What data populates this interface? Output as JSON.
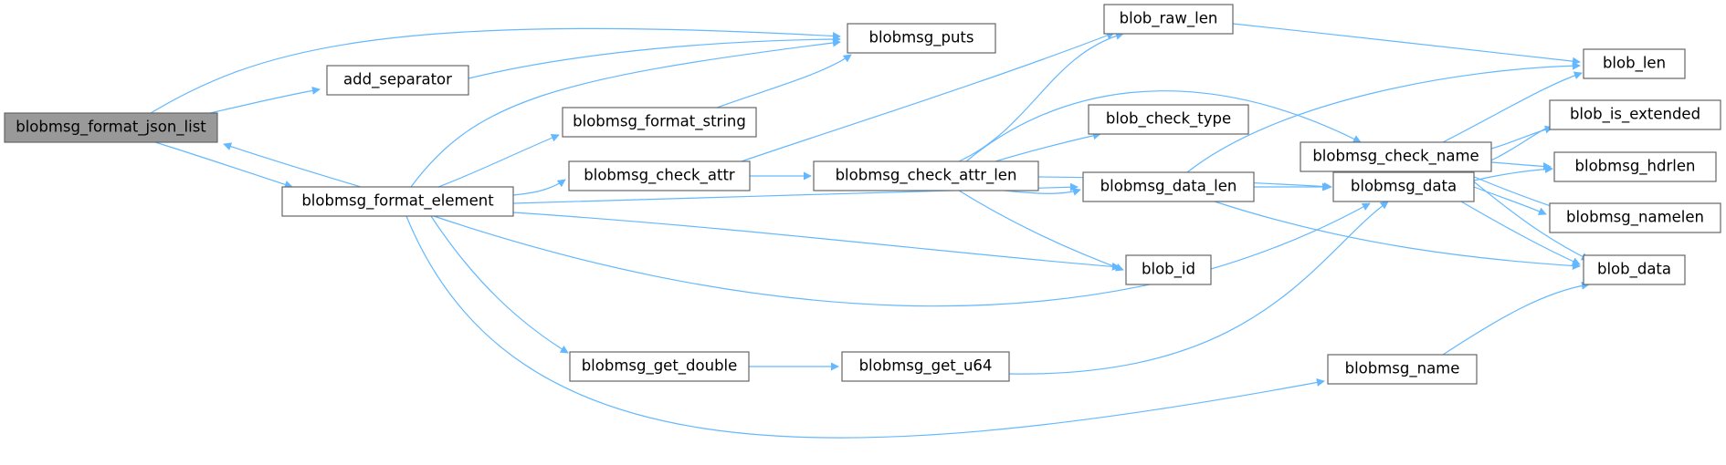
{
  "graph": {
    "colors": {
      "edge": "#63b8ff",
      "node_border": "#666666",
      "root_fill": "#999999",
      "node_fill": "#ffffff"
    },
    "nodes": {
      "json_list": "blobmsg_format_json_list",
      "add_separator": "add_separator",
      "puts": "blobmsg_puts",
      "format_element": "blobmsg_format_element",
      "format_string": "blobmsg_format_string",
      "check_attr": "blobmsg_check_attr",
      "get_double": "blobmsg_get_double",
      "blob_raw_len": "blob_raw_len",
      "blob_check_type": "blob_check_type",
      "check_attr_len": "blobmsg_check_attr_len",
      "data_len": "blobmsg_data_len",
      "blob_id": "blob_id",
      "get_u64": "blobmsg_get_u64",
      "check_name": "blobmsg_check_name",
      "blobmsg_data": "blobmsg_data",
      "blobmsg_name": "blobmsg_name",
      "blob_len": "blob_len",
      "blob_is_extended": "blob_is_extended",
      "hdrlen": "blobmsg_hdrlen",
      "namelen": "blobmsg_namelen",
      "blob_data": "blob_data"
    },
    "edges": [
      [
        "json_list",
        "puts"
      ],
      [
        "json_list",
        "add_separator"
      ],
      [
        "json_list",
        "format_element"
      ],
      [
        "add_separator",
        "puts"
      ],
      [
        "format_element",
        "json_list"
      ],
      [
        "format_element",
        "puts"
      ],
      [
        "format_element",
        "format_string"
      ],
      [
        "format_element",
        "check_attr"
      ],
      [
        "format_element",
        "data_len"
      ],
      [
        "format_element",
        "blob_id"
      ],
      [
        "format_element",
        "blobmsg_data"
      ],
      [
        "format_element",
        "get_double"
      ],
      [
        "format_element",
        "blobmsg_name"
      ],
      [
        "format_string",
        "puts"
      ],
      [
        "check_attr",
        "blob_raw_len"
      ],
      [
        "check_attr",
        "check_attr_len"
      ],
      [
        "check_attr_len",
        "blob_raw_len"
      ],
      [
        "check_attr_len",
        "check_name"
      ],
      [
        "check_attr_len",
        "blob_check_type"
      ],
      [
        "check_attr_len",
        "blobmsg_data"
      ],
      [
        "check_attr_len",
        "data_len"
      ],
      [
        "check_attr_len",
        "blob_id"
      ],
      [
        "blob_raw_len",
        "blob_len"
      ],
      [
        "data_len",
        "blob_len"
      ],
      [
        "data_len",
        "blobmsg_data"
      ],
      [
        "data_len",
        "blob_data"
      ],
      [
        "check_name",
        "blob_len"
      ],
      [
        "check_name",
        "blob_is_extended"
      ],
      [
        "check_name",
        "hdrlen"
      ],
      [
        "check_name",
        "namelen"
      ],
      [
        "check_name",
        "blob_data"
      ],
      [
        "blobmsg_data",
        "blob_is_extended"
      ],
      [
        "blobmsg_data",
        "hdrlen"
      ],
      [
        "blobmsg_data",
        "namelen"
      ],
      [
        "blobmsg_data",
        "blob_data"
      ],
      [
        "get_double",
        "get_u64"
      ],
      [
        "get_u64",
        "blobmsg_data"
      ],
      [
        "blobmsg_name",
        "blob_data"
      ]
    ]
  }
}
